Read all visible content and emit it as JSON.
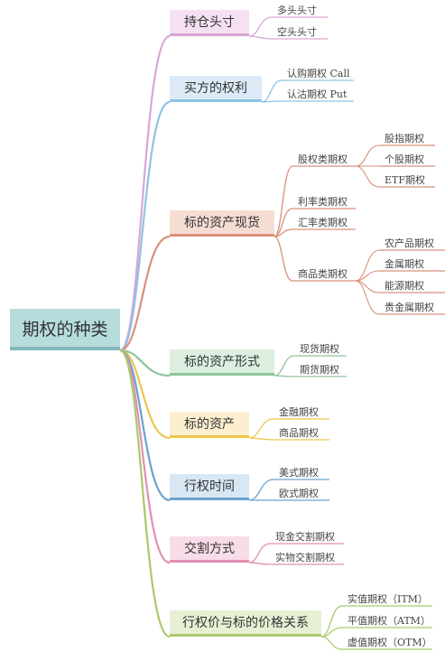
{
  "root": {
    "label": "期权的种类"
  },
  "branches": [
    {
      "label": "持仓头寸",
      "color": "#d9a6d4",
      "fill": "#f5e1f1",
      "children": [
        {
          "label": "多头头寸"
        },
        {
          "label": "空头头寸"
        }
      ]
    },
    {
      "label": "买方的权利",
      "color": "#8fc3e4",
      "fill": "#dceaf7",
      "children": [
        {
          "label": "认购期权 Call"
        },
        {
          "label": "认沽期权 Put"
        }
      ]
    },
    {
      "label": "标的资产现货",
      "color": "#d9907a",
      "fill": "#f6ddd4",
      "children": [
        {
          "label": "股权类期权",
          "children": [
            {
              "label": "股指期权"
            },
            {
              "label": "个股期权"
            },
            {
              "label": "ETF期权"
            }
          ]
        },
        {
          "label": "利率类期权"
        },
        {
          "label": "汇率类期权"
        },
        {
          "label": "商品类期权",
          "children": [
            {
              "label": "农产品期权"
            },
            {
              "label": "金属期权"
            },
            {
              "label": "能源期权"
            },
            {
              "label": "贵金属期权"
            }
          ]
        }
      ]
    },
    {
      "label": "标的资产形式",
      "color": "#8fc49a",
      "fill": "#dcefe0",
      "children": [
        {
          "label": "现货期权"
        },
        {
          "label": "期货期权"
        }
      ]
    },
    {
      "label": "标的资产",
      "color": "#ecc64d",
      "fill": "#fbefcf",
      "children": [
        {
          "label": "金融期权"
        },
        {
          "label": "商品期权"
        }
      ]
    },
    {
      "label": "行权时间",
      "color": "#6aa3cf",
      "fill": "#d7e7f4",
      "children": [
        {
          "label": "美式期权"
        },
        {
          "label": "欧式期权"
        }
      ]
    },
    {
      "label": "交割方式",
      "color": "#e28fb2",
      "fill": "#f8dde9",
      "children": [
        {
          "label": "现金交割期权"
        },
        {
          "label": "实物交割期权"
        }
      ]
    },
    {
      "label": "行权价与标的价格关系",
      "color": "#a9c96a",
      "fill": "#e7f0d4",
      "children": [
        {
          "label": "实值期权（ITM）"
        },
        {
          "label": "平值期权（ATM）"
        },
        {
          "label": "虚值期权（OTM）"
        }
      ]
    }
  ]
}
